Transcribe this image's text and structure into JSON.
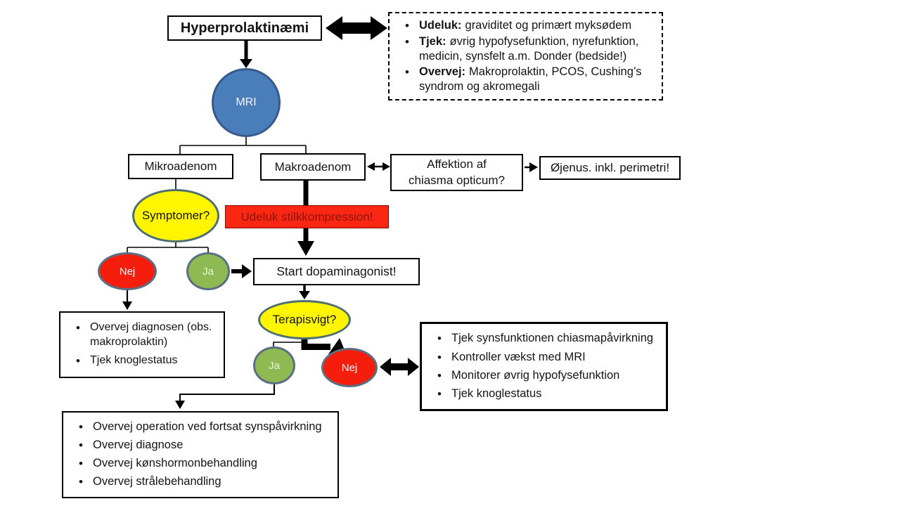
{
  "nodes": {
    "title": "Hyperprolaktinæmi",
    "mri": "MRI",
    "mikroadenom": "Mikroadenom",
    "makroadenom": "Makroadenom",
    "affektion": "Affektion af chiasma opticum?",
    "ojenus": "Øjenus. inkl. perimetri!",
    "symptomer": "Symptomer?",
    "udeluk_stilk": "Udeluk stilkkompression!",
    "nej1": "Nej",
    "ja1": "Ja",
    "start": "Start dopaminagonist!",
    "terapisvigt": "Terapisvigt?",
    "ja2": "Ja",
    "nej2": "Nej"
  },
  "info_box": {
    "items": [
      {
        "lead": "Udeluk:",
        "text": "graviditet og primært myksødem"
      },
      {
        "lead": "Tjek:",
        "text": "øvrig hypofysefunktion, nyrefunktion, medicin, synsfelt a.m. Donder (bedside!)"
      },
      {
        "lead": "Overvej:",
        "text": "Makroprolaktin, PCOS, Cushing’s syndrom og akromegali"
      }
    ]
  },
  "left_box": {
    "items": [
      "Overvej diagnosen (obs. makroprolaktin)",
      "Tjek knoglestatus"
    ]
  },
  "right_box": {
    "items": [
      "Tjek synsfunktionen chiasmapåvirkning",
      "Kontroller vækst med MRI",
      "Monitorer øvrig hypofysefunktion",
      "Tjek knoglestatus"
    ]
  },
  "bottom_box": {
    "items": [
      "Overvej operation ved fortsat synspåvirkning",
      "Overvej diagnose",
      "Overvej kønshormonbehandling",
      "Overvej strålebehandling"
    ]
  },
  "colors": {
    "blue-fill": "#4A7EBB",
    "blue-border": "#38598C",
    "yellow-fill": "#FFF500",
    "yellow-border": "#4E6F70",
    "red-fill": "#F51D0B",
    "green-fill": "#8FB953",
    "slate-border": "#5B6F83",
    "redbox-bg": "#FB2713",
    "redbox-text": "#8C150C",
    "redbox-border": "#7A0F06"
  }
}
